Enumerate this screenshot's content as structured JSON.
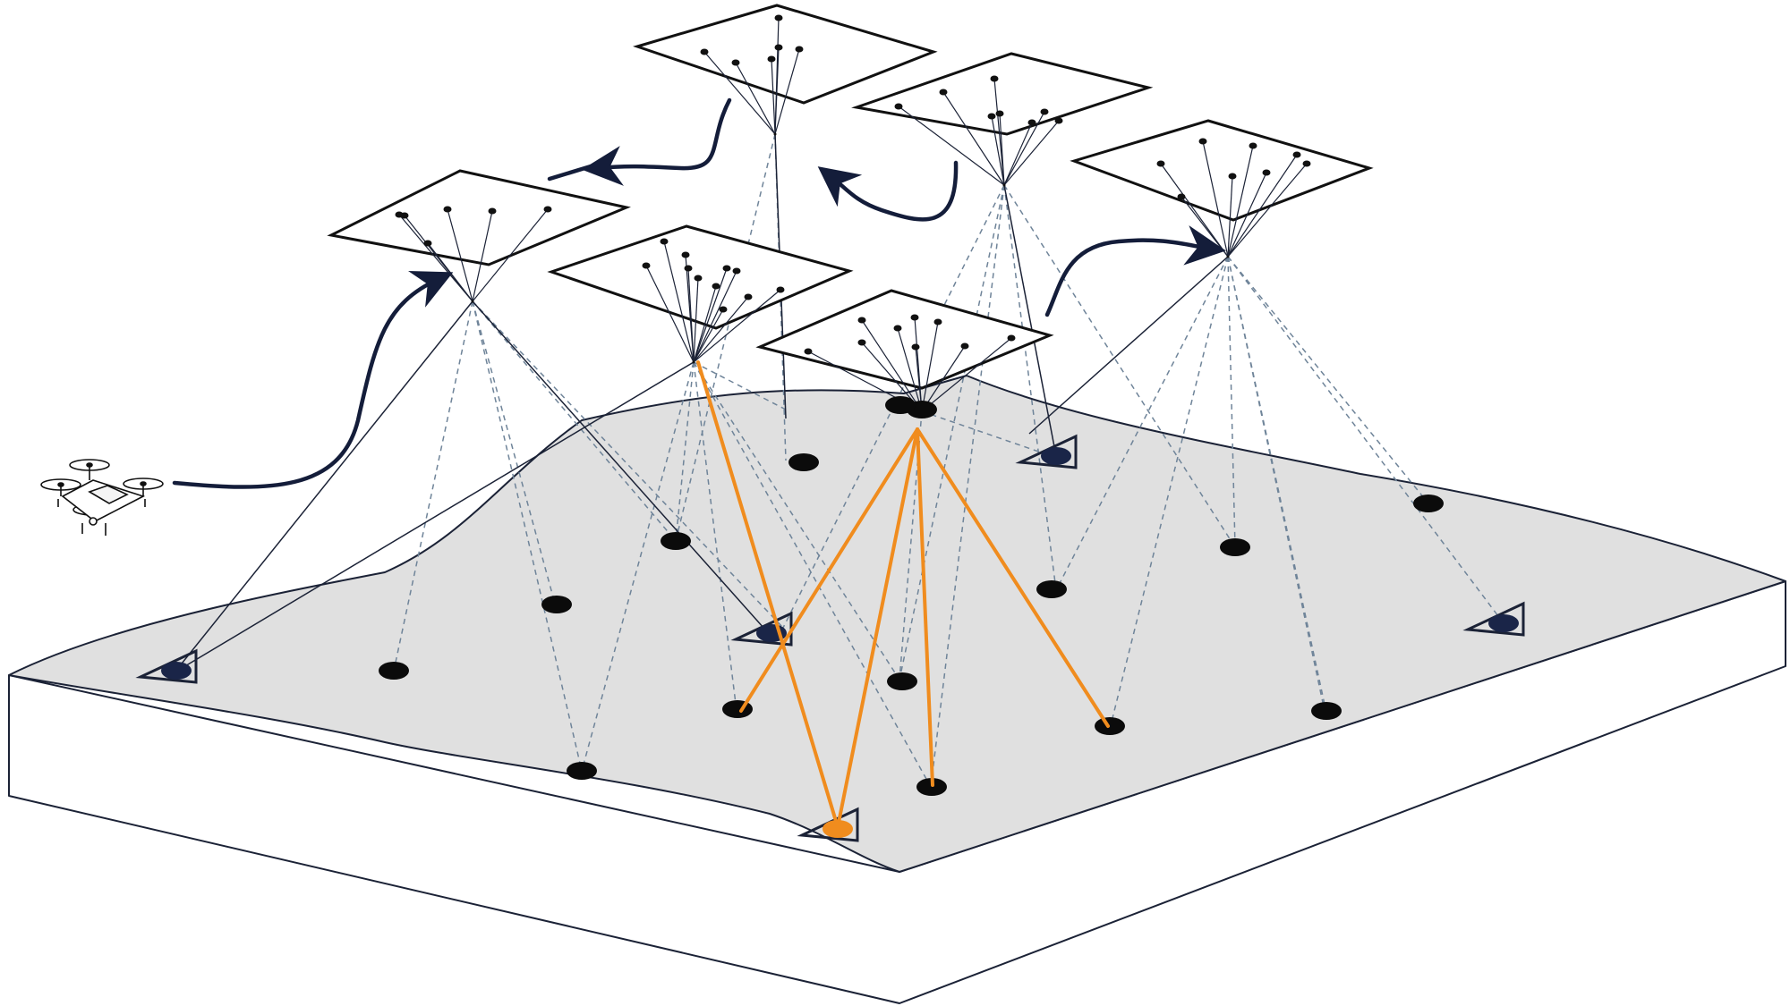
{
  "diagram": {
    "kind": "photogrammetry-acquisition-schematic",
    "labels": [],
    "colors": {
      "background": "#ffffff",
      "terrain_surface": "#e0e0e0",
      "block_side": "#ffffff",
      "outline": "#1b2236",
      "image_frame": "#111111",
      "image_point": "#111111",
      "ground_point": "#0b0b0b",
      "control_point_fill": "#1a2548",
      "ray_dashed": "#6f8499",
      "ray_solid": "#1b2236",
      "highlight_ray": "#f08c1e",
      "flight_arrow": "#141d3a"
    },
    "elements": {
      "drone": "quadcopter-drone-icon",
      "images": [
        "image-frame-top-center",
        "image-frame-top-right",
        "image-frame-left",
        "image-frame-center-left",
        "image-frame-center",
        "image-frame-right"
      ],
      "flight_path": [
        "flight-arrow-drone-to-left",
        "flight-arrow-top-to-left",
        "flight-arrow-topright-to-topcenter",
        "flight-arrow-center-to-right"
      ],
      "ground_points_count": 15,
      "ground_control_points_count": 5,
      "highlighted_point": "orange-ground-control-point"
    }
  }
}
